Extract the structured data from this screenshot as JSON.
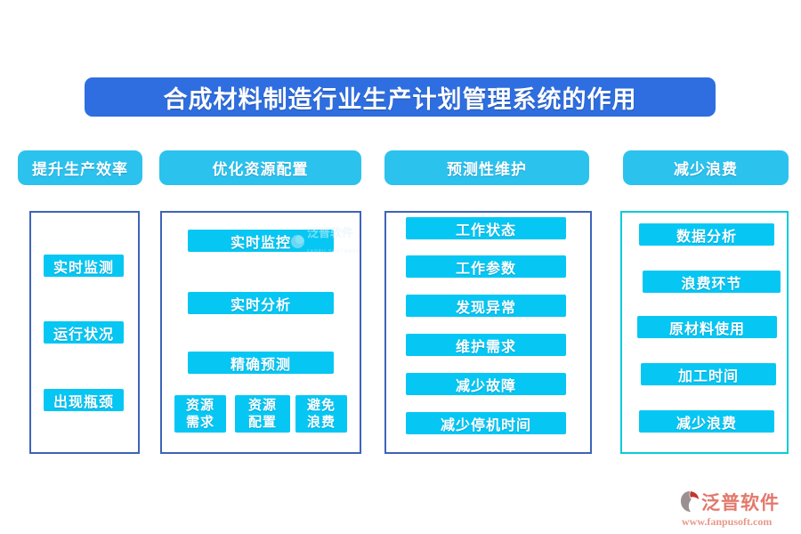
{
  "title": "合成材料制造行业生产计划管理系统的作用",
  "colors": {
    "title_bg": "#2e6ee0",
    "header_bg": "#2cc2ee",
    "item_bg": "#06c7f3",
    "panel_border_blue": "#3d64b8",
    "panel_border_teal": "#0fc9d9",
    "logo_red": "#e2796b"
  },
  "columns": [
    {
      "header": "提升生产效率",
      "items": [
        "实时监测",
        "运行状况",
        "出现瓶颈"
      ]
    },
    {
      "header": "优化资源配置",
      "items": [
        "实时监控",
        "实时分析",
        "精确预测"
      ],
      "sub_items": [
        "资源需求",
        "资源配置",
        "避免浪费"
      ]
    },
    {
      "header": "预测性维护",
      "items": [
        "工作状态",
        "工作参数",
        "发现异常",
        "维护需求",
        "减少故障",
        "减少停机时间"
      ]
    },
    {
      "header": "减少浪费",
      "items": [
        "数据分析",
        "浪费环节",
        "原材料使用",
        "加工时间",
        "减少浪费"
      ]
    }
  ],
  "watermark": {
    "text": "泛普软件",
    "subtext": "FANPU SOFTWARE"
  },
  "footer_logo": {
    "name": "泛普软件",
    "url": "www.fanpusoft.com"
  }
}
